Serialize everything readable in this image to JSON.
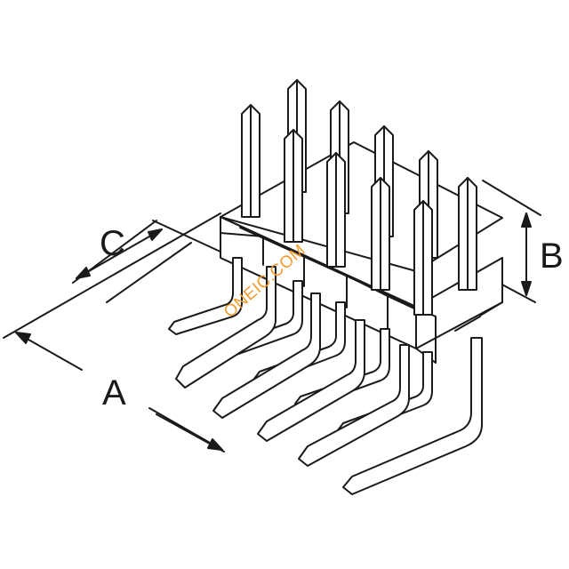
{
  "dimensions": {
    "a_label": "A",
    "b_label": "B",
    "c_label": "C"
  },
  "watermark": "ONEIC.COM",
  "colors": {
    "line": "#1a1a1a",
    "watermark": "#f39b2e",
    "background": "#ffffff"
  }
}
